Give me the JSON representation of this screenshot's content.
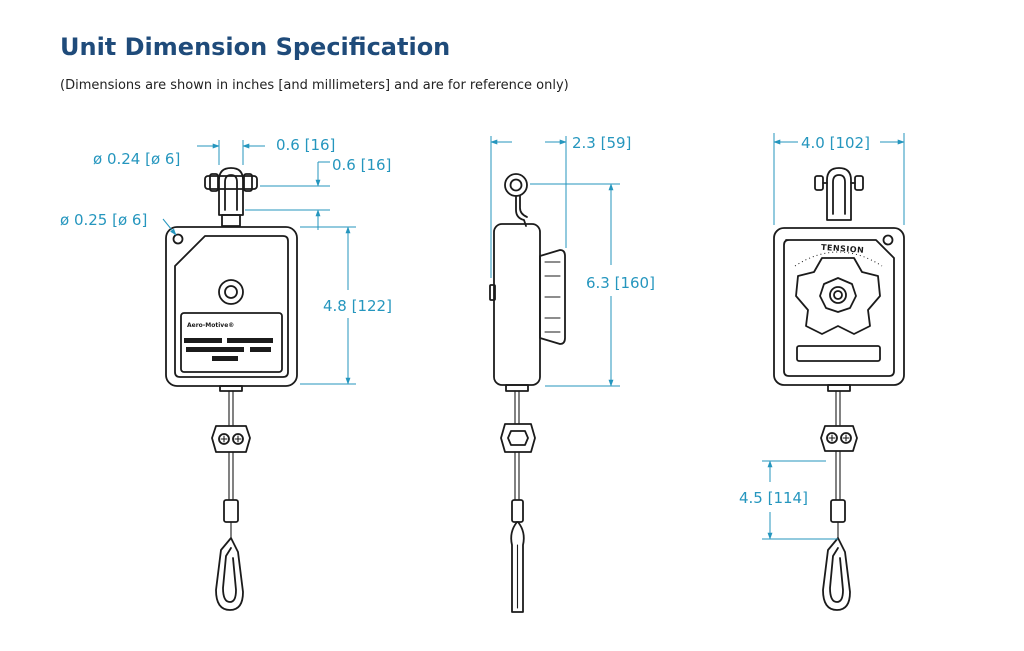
{
  "header": {
    "title": "Unit Dimension Specification",
    "subtitle": "(Dimensions are shown in inches [and millimeters] and are for reference only)"
  },
  "colors": {
    "title": "#1f4b7a",
    "dimension": "#2596be",
    "outline": "#1b1b1b",
    "body_fill": "#ffffff"
  },
  "views": {
    "front": {
      "dim_swivel_hole": "ø 0.24 [ø 6]",
      "dim_swivel_width": "0.6 [16]",
      "dim_swivel_height": "0.6 [16]",
      "dim_mount_hole": "ø 0.25 [ø 6]",
      "dim_body_height": "4.8 [122]",
      "brand": "Aero-Motive®"
    },
    "side": {
      "dim_depth": "2.3 [59]",
      "dim_overall_height": "6.3 [160]"
    },
    "back": {
      "dim_width": "4.0 [102]",
      "dial_label": "TENSION",
      "dim_stop_length": "4.5 [114]"
    }
  }
}
